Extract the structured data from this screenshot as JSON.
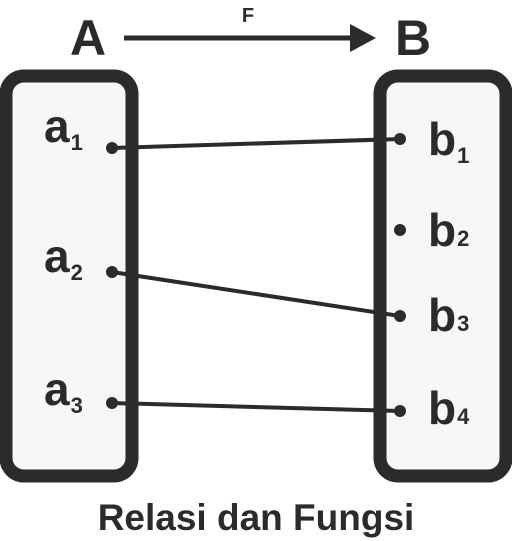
{
  "title": "Relasi dan Fungsi",
  "function_label": "F",
  "domain_set": {
    "label": "A",
    "elements": [
      {
        "name": "a",
        "sub": "1"
      },
      {
        "name": "a",
        "sub": "2"
      },
      {
        "name": "a",
        "sub": "3"
      }
    ]
  },
  "codomain_set": {
    "label": "B",
    "elements": [
      {
        "name": "b",
        "sub": "1"
      },
      {
        "name": "b",
        "sub": "2"
      },
      {
        "name": "b",
        "sub": "3"
      },
      {
        "name": "b",
        "sub": "4"
      }
    ]
  },
  "mappings": [
    {
      "from": "a1",
      "to": "b1"
    },
    {
      "from": "a2",
      "to": "b3"
    },
    {
      "from": "a3",
      "to": "b4"
    }
  ],
  "colors": {
    "ink": "#2b2b2b",
    "box_fill": "#f7f7f7"
  }
}
